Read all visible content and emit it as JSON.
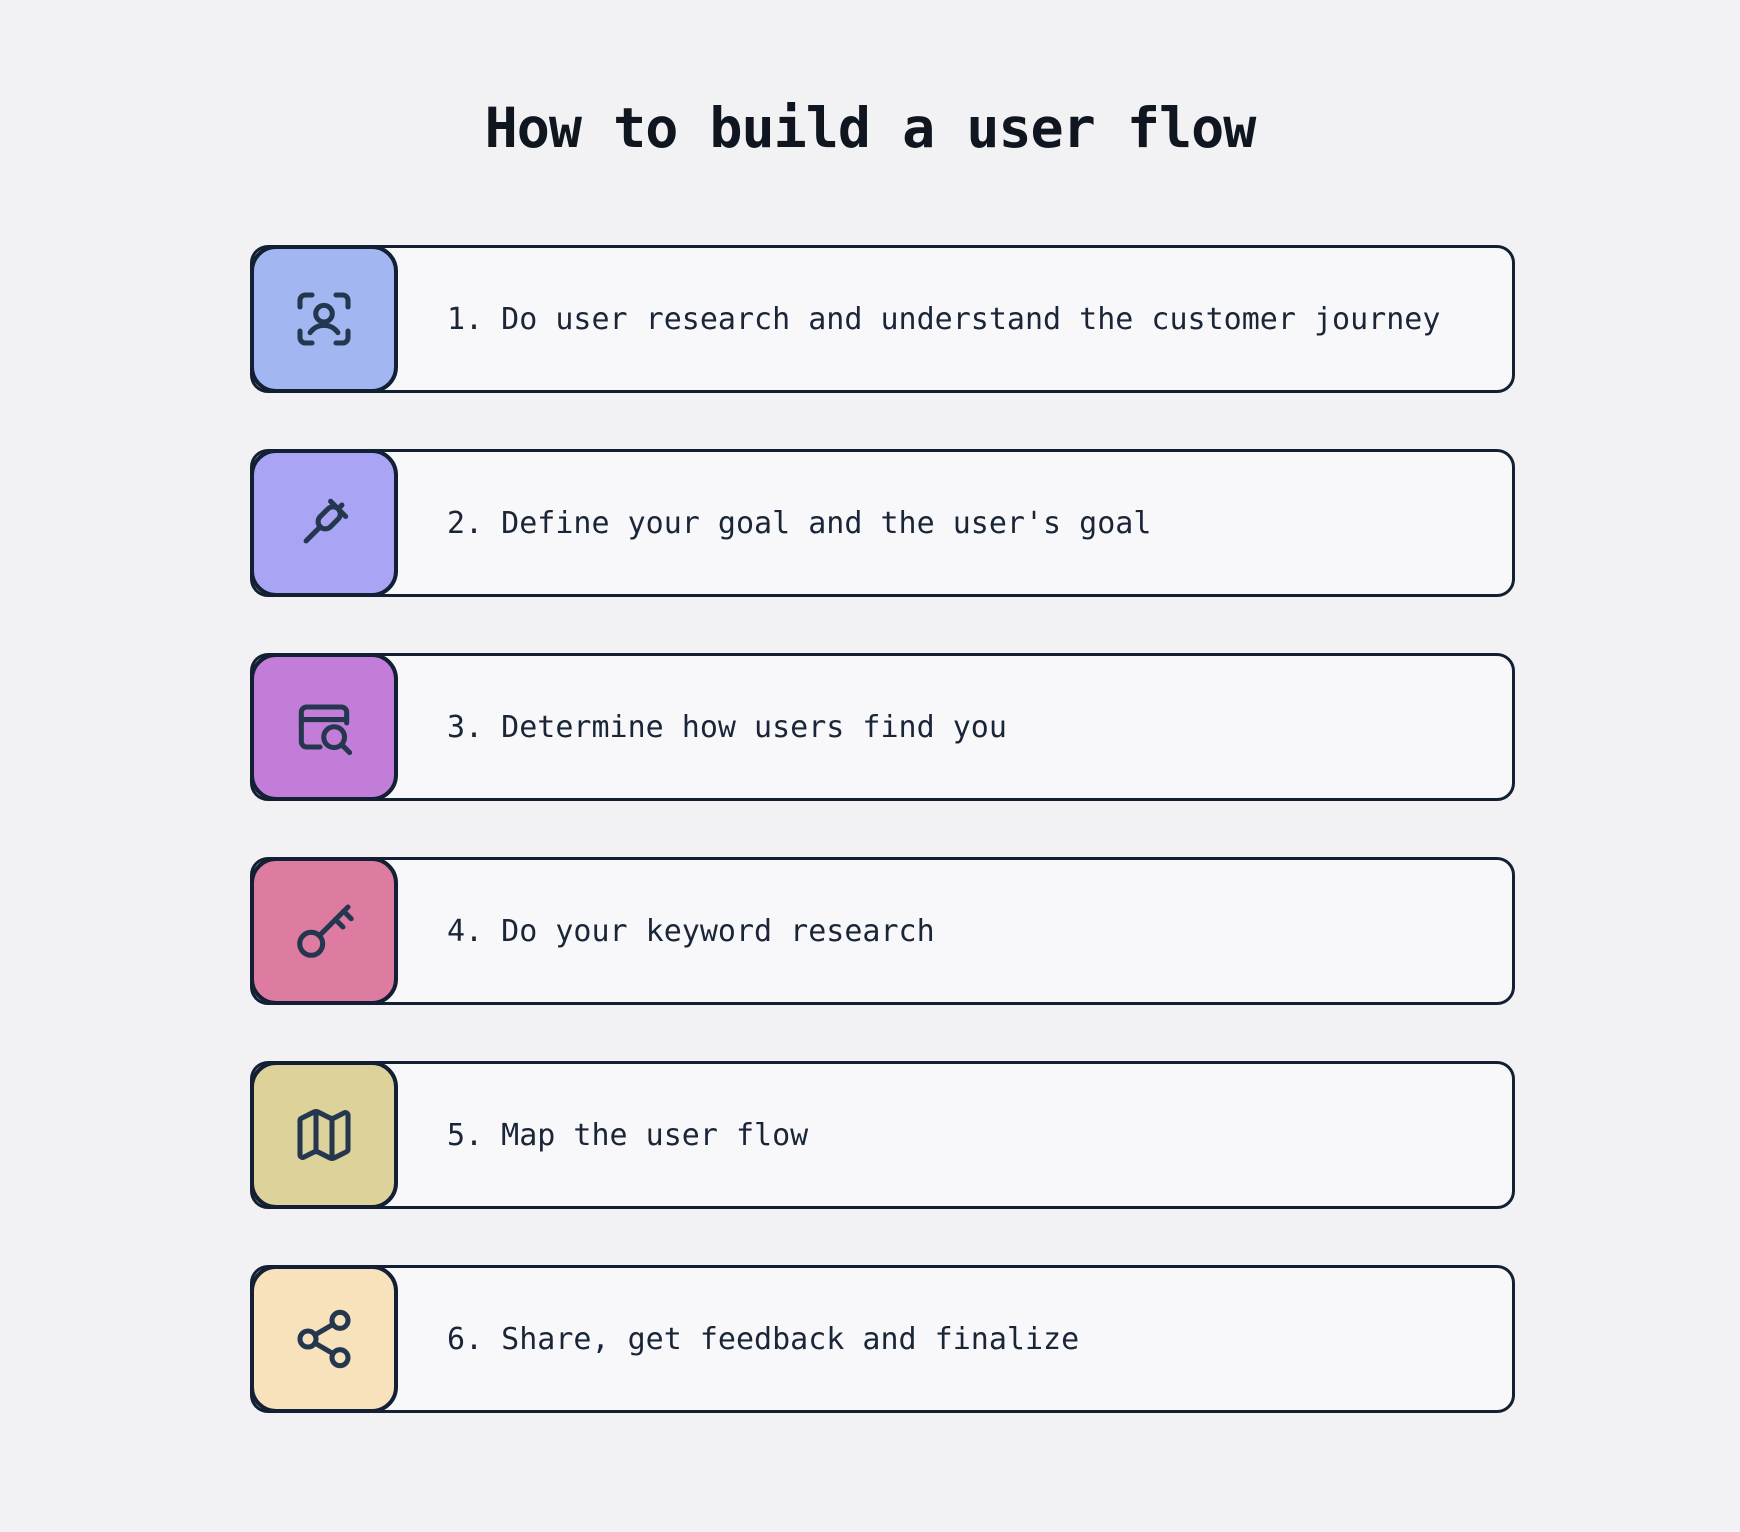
{
  "page": {
    "background_color": "#f2f2f4",
    "bar_fill_color": "#f8f8fa",
    "outline_color": "#131f33",
    "icon_stroke_color": "#25374e",
    "text_color": "#1a2638"
  },
  "title": "How to build a user flow",
  "steps": [
    {
      "label": "1. Do user research and understand the customer journey",
      "icon": "user-scan-icon",
      "icon_bg": "#a2b7f2"
    },
    {
      "label": "2. Define your goal and the user's goal",
      "icon": "pin-icon",
      "icon_bg": "#a9a5f4"
    },
    {
      "label": "3. Determine how users find you",
      "icon": "window-search-icon",
      "icon_bg": "#c17dd8"
    },
    {
      "label": "4. Do your keyword research",
      "icon": "key-icon",
      "icon_bg": "#dd7ba1"
    },
    {
      "label": "5. Map the user flow",
      "icon": "map-icon",
      "icon_bg": "#ded29b"
    },
    {
      "label": "6. Share, get feedback and finalize",
      "icon": "share-icon",
      "icon_bg": "#f8e2bc"
    }
  ]
}
